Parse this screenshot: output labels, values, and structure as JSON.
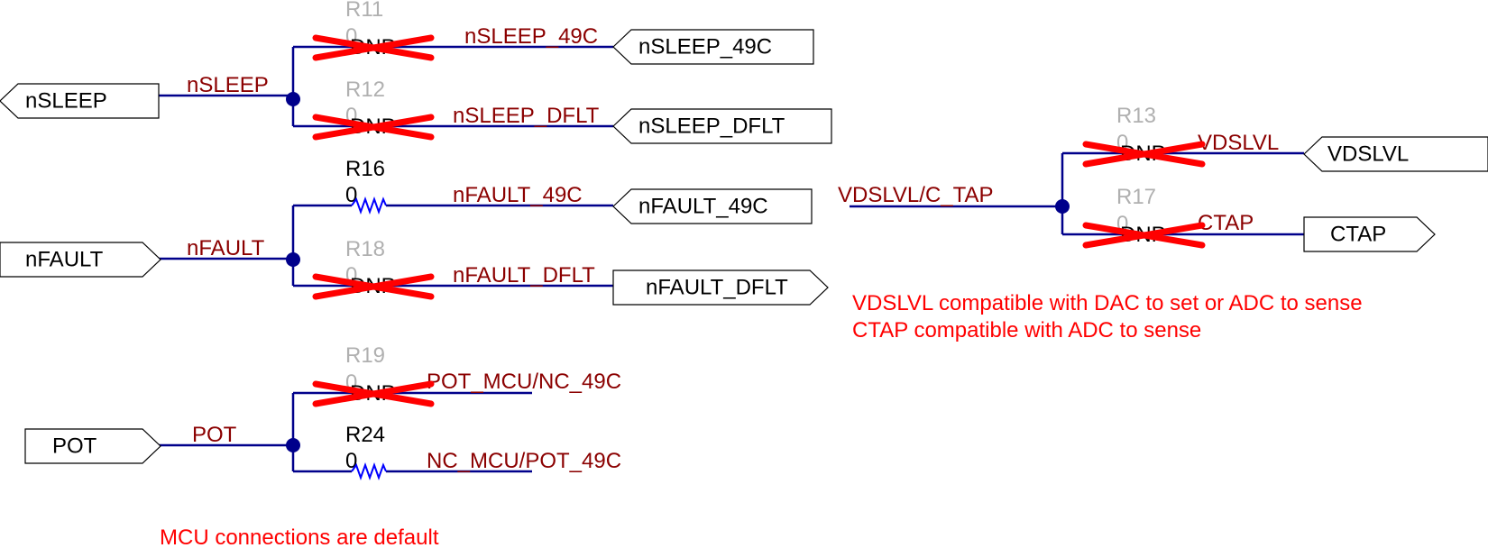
{
  "colors": {
    "wire": "#00008b",
    "net_label": "#8b0000",
    "note": "#ff0000",
    "dnp_cross": "#ff0000",
    "resistor_fitted": "#0000ff",
    "ref_dnp": "#b0b0b0",
    "ref_fitted": "#000000"
  },
  "ports": {
    "nsleep_in": "nSLEEP",
    "nsleep_49c": "nSLEEP_49C",
    "nsleep_dflt": "nSLEEP_DFLT",
    "nfault_in": "nFAULT",
    "nfault_49c": "nFAULT_49C",
    "nfault_dflt": "nFAULT_DFLT",
    "pot_in": "POT",
    "vdslvl_out": "VDSLVL",
    "ctap_out": "CTAP"
  },
  "nets": {
    "nsleep": "nSLEEP",
    "nsleep_49c": "nSLEEP_49C",
    "nsleep_dflt": "nSLEEP_DFLT",
    "nfault": "nFAULT",
    "nfault_49c": "nFAULT_49C",
    "nfault_dflt": "nFAULT_DFLT",
    "pot": "POT",
    "pot_mcu": "POT_MCU/NC_49C",
    "nc_mcu": "NC_MCU/POT_49C",
    "vdslvl_ctap": "VDSLVL/C_TAP",
    "vdslvl": "VDSLVL",
    "ctap": "CTAP"
  },
  "resistors": {
    "r11": {
      "ref": "R11",
      "value": "0",
      "dnp": "DNP"
    },
    "r12": {
      "ref": "R12",
      "value": "0",
      "dnp": "DNP"
    },
    "r16": {
      "ref": "R16",
      "value": "0"
    },
    "r18": {
      "ref": "R18",
      "value": "0",
      "dnp": "DNP"
    },
    "r19": {
      "ref": "R19",
      "value": "0",
      "dnp": "DNP"
    },
    "r24": {
      "ref": "R24",
      "value": "0"
    },
    "r13": {
      "ref": "R13",
      "value": "0",
      "dnp": "DNP"
    },
    "r17": {
      "ref": "R17",
      "value": "0",
      "dnp": "DNP"
    }
  },
  "notes": {
    "vdslvl": "VDSLVL compatible with DAC to set or ADC to sense",
    "ctap": "CTAP compatible with ADC to sense",
    "mcu": "MCU connections are default"
  }
}
